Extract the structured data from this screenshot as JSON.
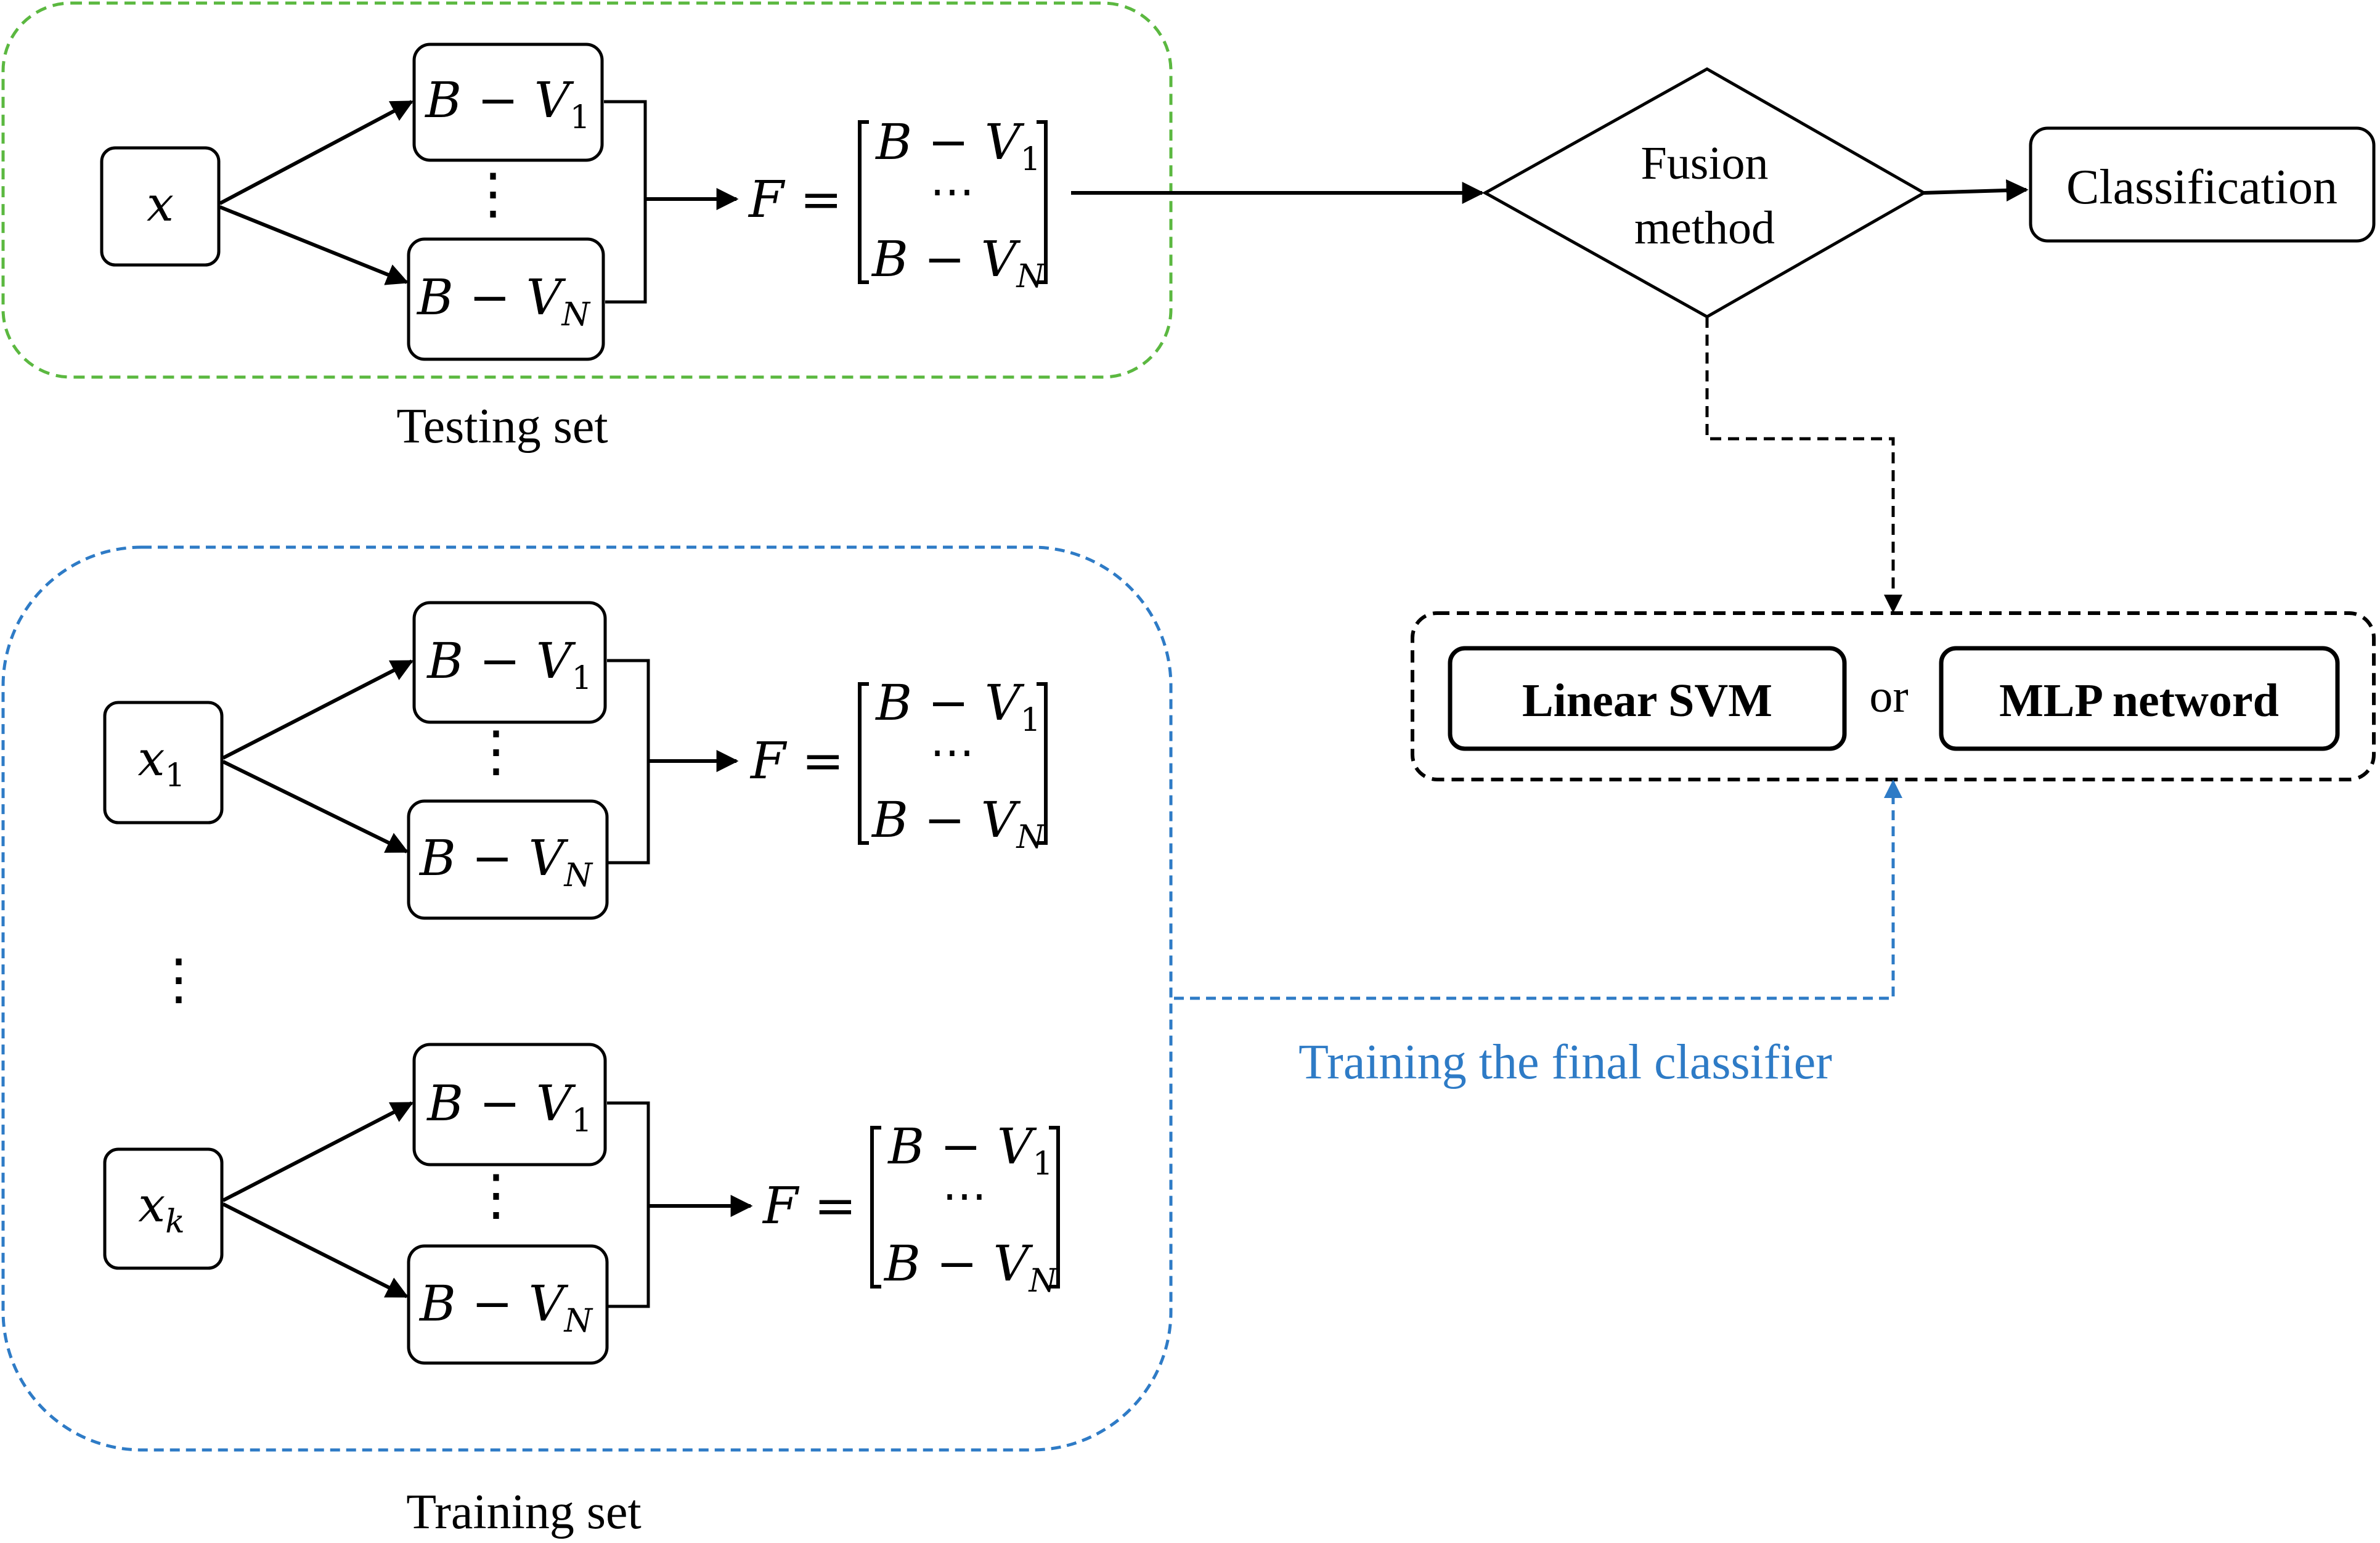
{
  "testing_set": {
    "label": "Testing set",
    "input": {
      "var": "x",
      "sub": ""
    },
    "bv_top": {
      "prefix": "B − V",
      "sub": "1"
    },
    "bv_bottom": {
      "prefix": "B − V",
      "sub": "N"
    },
    "vdots": "⋮",
    "feature": {
      "lhs": "F =",
      "row1": {
        "prefix": "B − V",
        "sub": "1"
      },
      "row2": "⋯",
      "row3": {
        "prefix": "B − V",
        "sub": "N"
      }
    }
  },
  "training_set": {
    "label": "Training set",
    "between_vdots": "⋮",
    "groups": [
      {
        "input": {
          "var": "x",
          "sub": "1"
        },
        "bv_top": {
          "prefix": "B − V",
          "sub": "1"
        },
        "bv_bottom": {
          "prefix": "B − V",
          "sub": "N"
        },
        "vdots": "⋮",
        "feature": {
          "lhs": "F =",
          "row1": {
            "prefix": "B − V",
            "sub": "1"
          },
          "row2": "⋯",
          "row3": {
            "prefix": "B − V",
            "sub": "N"
          }
        }
      },
      {
        "input": {
          "var": "x",
          "sub": "k"
        },
        "bv_top": {
          "prefix": "B − V",
          "sub": "1"
        },
        "bv_bottom": {
          "prefix": "B − V",
          "sub": "N"
        },
        "vdots": "⋮",
        "feature": {
          "lhs": "F =",
          "row1": {
            "prefix": "B − V",
            "sub": "1"
          },
          "row2": "⋯",
          "row3": {
            "prefix": "B − V",
            "sub": "N"
          }
        }
      }
    ]
  },
  "fusion": {
    "line1": "Fusion",
    "line2": "method"
  },
  "classification": {
    "label": "Classification"
  },
  "classifiers": {
    "option1": "Linear SVM",
    "separator": "or",
    "option2": "MLP netword"
  },
  "training_link_label": "Training the final classifier",
  "colors": {
    "testing_border": "#5bb840",
    "training_border": "#2e7bc6",
    "training_label": "#2e7bc6",
    "line": "#000000"
  }
}
